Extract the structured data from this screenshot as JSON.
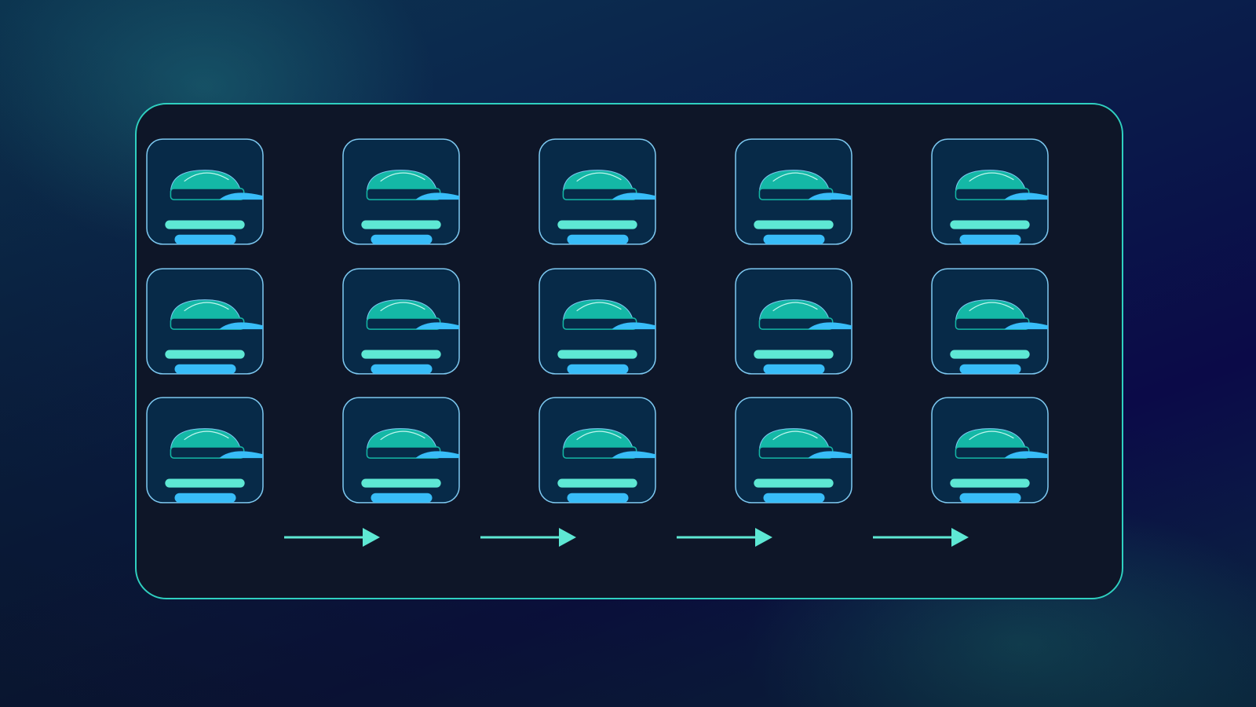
{
  "grid": {
    "rows": 3,
    "columns": 5
  },
  "icon": "cloud-dome-card-icon",
  "arrows": 4,
  "colors": {
    "panel_border": "#2fd0c0",
    "panel_bg": "#0e1628",
    "card_bg": "#072a48",
    "card_border": "#7dc8f0",
    "dome": "#14b8a6",
    "lens": "#38bdf8",
    "bar_primary": "#5ee8d4",
    "bar_secondary": "#38bdf8",
    "arrow": "#5ee8d4"
  }
}
